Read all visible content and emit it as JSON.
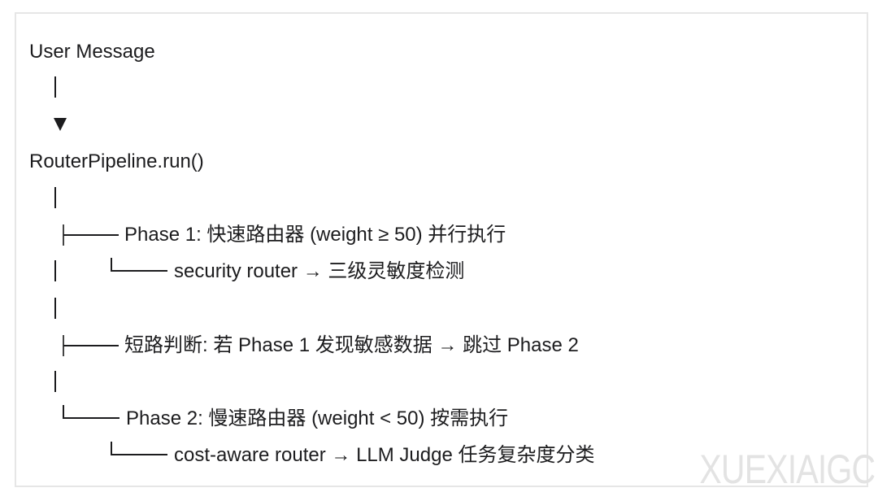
{
  "diagram": {
    "root": "User Message",
    "pipeline": "RouterPipeline.run()",
    "phase1": {
      "label": "Phase 1: 快速路由器 (weight ≥ 50) 并行执行",
      "child": "security router → 三级灵敏度检测"
    },
    "short_circuit": {
      "label": "短路判断: 若 Phase 1 发现敏感数据 → 跳过 Phase 2"
    },
    "phase2": {
      "label": "Phase 2: 慢速路由器 (weight < 50) 按需执行",
      "child": "cost-aware router → LLM Judge 任务复杂度分类"
    },
    "icons": {
      "flow_arrow": "arrow-down-icon"
    }
  },
  "watermark": "XUEXIAIGC",
  "colors": {
    "text": "#1c1c1e",
    "border": "#e6e6e6",
    "watermark": "#e3e3e3"
  }
}
